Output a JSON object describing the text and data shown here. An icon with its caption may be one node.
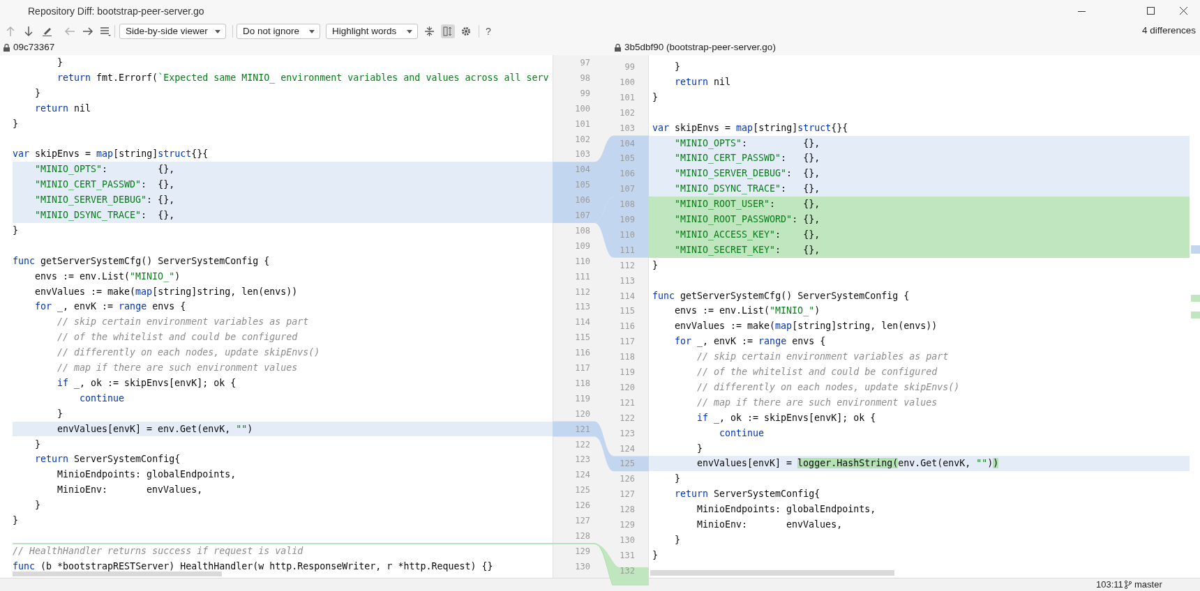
{
  "diagram": {
    "title": "Repository Diff: bootstrap-peer-server.go",
    "labels": [
      "Side-by-side viewer",
      "Do not ignore",
      "Highlight words",
      "?",
      "4 differences",
      "09c73367",
      "3b5dbf90 (bootstrap-peer-server.go)",
      "}",
      "return fmt.Errorf(`Expected same MINIO_ environment variables and values across all serv",
      "}",
      "return nil",
      "}",
      "var skipEnvs = map[string]struct{}{",
      "\"MINIO_OPTS\":         {},",
      "\"MINIO_CERT_PASSWD\":  {},",
      "\"MINIO_SERVER_DEBUG\": {},",
      "\"MINIO_DSYNC_TRACE\":  {},",
      "}",
      "func getServerSystemCfg() ServerSystemConfig {",
      "envs := env.List(\"MINIO_\")",
      "envValues := make(map[string]string, len(envs))",
      "for _, envK := range envs {",
      "// skip certain environment variables as part",
      "// of the whitelist and could be configured",
      "// differently on each nodes, update skipEnvs()",
      "// map if there are such environment values",
      "if _, ok := skipEnvs[envK]; ok {",
      "continue",
      "}",
      "envValues[envK] = env.Get(envK, \"\")",
      "}",
      "return ServerSystemConfig{",
      "MinioEndpoints: globalEndpoints,",
      "MinioEnv:       envValues,",
      "}",
      "}",
      "// HealthHandler returns success if request is valid",
      "func (b *bootstrapRESTServer) HealthHandler(w http.ResponseWriter, r *http.Request) {}",
      "97",
      "98",
      "99",
      "100",
      "101",
      "102",
      "103",
      "104",
      "105",
      "106",
      "107",
      "108",
      "109",
      "110",
      "111",
      "112",
      "113",
      "114",
      "115",
      "116",
      "117",
      "118",
      "119",
      "120",
      "121",
      "122",
      "123",
      "124",
      "125",
      "126",
      "127",
      "128",
      "129",
      "130",
      "99",
      "100",
      "101",
      "102",
      "103",
      "104",
      "105",
      "106",
      "107",
      "108",
      "109",
      "110",
      "111",
      "112",
      "113",
      "114",
      "115",
      "116",
      "117",
      "118",
      "119",
      "120",
      "121",
      "122",
      "123",
      "124",
      "125",
      "126",
      "127",
      "128",
      "129",
      "130",
      "131",
      "132",
      "}",
      "return nil",
      "}",
      "var skipEnvs = map[string]struct{}{",
      "\"MINIO_OPTS\":          {},",
      "\"MINIO_CERT_PASSWD\":   {},",
      "\"MINIO_SERVER_DEBUG\":  {},",
      "\"MINIO_DSYNC_TRACE\":   {},",
      "\"MINIO_ROOT_USER\":     {},",
      "\"MINIO_ROOT_PASSWORD\": {},",
      "\"MINIO_ACCESS_KEY\":    {},",
      "\"MINIO_SECRET_KEY\":    {},",
      "}",
      "func getServerSystemCfg() ServerSystemConfig {",
      "envs := env.List(\"MINIO_\")",
      "envValues := make(map[string]string, len(envs))",
      "for _, envK := range envs {",
      "// skip certain environment variables as part",
      "// of the whitelist and could be configured",
      "// differently on each nodes, update skipEnvs()",
      "// map if there are such environment values",
      "if _, ok := skipEnvs[envK]; ok {",
      "continue",
      "}",
      "envValues[envK] = logger.HashString(env.Get(envK, \"\"))",
      "}",
      "return ServerSystemConfig{",
      "MinioEndpoints: globalEndpoints,",
      "MinioEnv:       envValues,",
      "}",
      "}",
      "103:11",
      "master"
    ]
  }
}
